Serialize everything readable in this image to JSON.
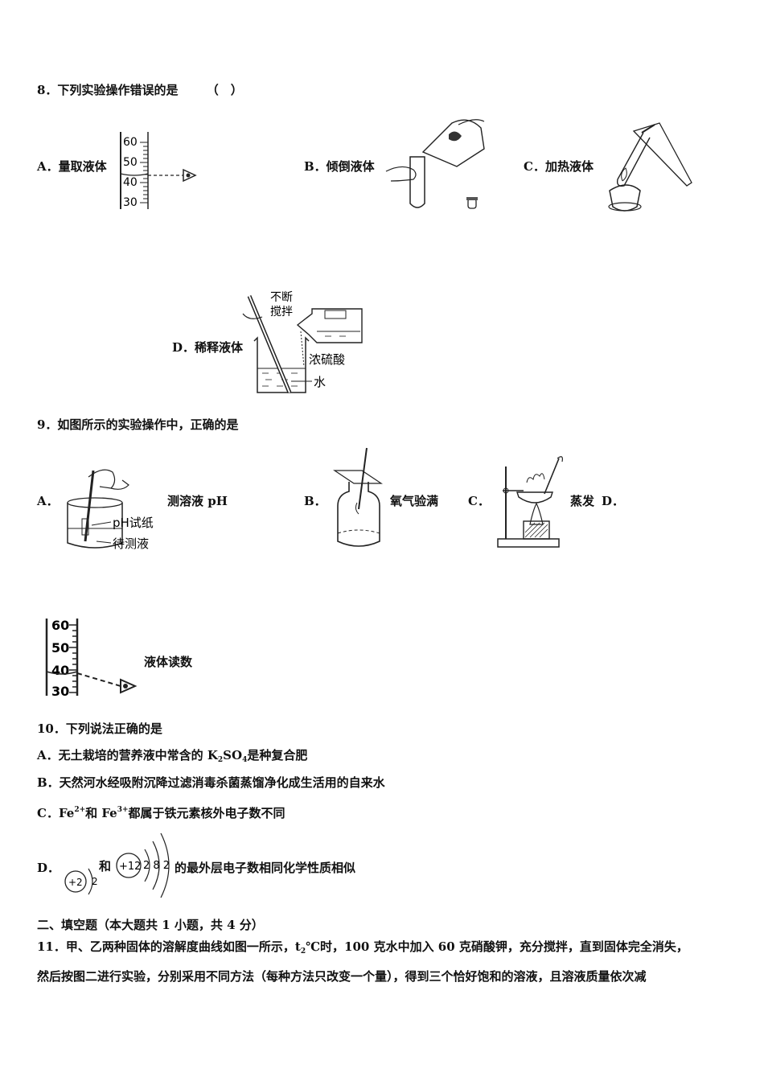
{
  "q8": {
    "stem": "8．下列实验操作错误的是",
    "paren": "（　）",
    "a_label": "A．量取液体",
    "b_label": "B．倾倒液体",
    "c_label": "C．加热液体",
    "d_label": "D．稀释液体",
    "cyl_ticks": [
      "60",
      "50",
      "40",
      "30"
    ],
    "d_stir_label1": "不断",
    "d_stir_label2": "搅拌",
    "d_acid_label": "浓硫酸",
    "d_water_label": "水"
  },
  "q9": {
    "stem": "9．如图所示的实验操作中，正确的是",
    "a_mark": "A．",
    "a_label": "测溶液 pH",
    "a_paper_label": "pH试纸",
    "a_solution_label": "待测液",
    "b_mark": "B．",
    "b_label": "氧气验满",
    "c_mark": "C．",
    "c_label": "蒸发",
    "d_mark": "D．",
    "d_label": "液体读数",
    "d_ticks": [
      "60",
      "50",
      "40",
      "30"
    ]
  },
  "q10": {
    "stem": "10．下列说法正确的是",
    "a_pre": "A．无土栽培的营养液中常含的 K",
    "a_sub1": "2",
    "a_mid": "SO",
    "a_sub2": "4",
    "a_post": "是种复合肥",
    "b": "B．天然河水经吸附沉降过滤消毒杀菌蒸馏净化成生活用的自来水",
    "c_pre": "C．Fe",
    "c_sup1": "2+",
    "c_mid": "和 Fe",
    "c_sup2": "3+",
    "c_post": "都属于铁元素核外电子数不同",
    "d_mark": "D．",
    "d_and": "和",
    "d_post": "的最外层电子数相同化学性质相似",
    "atom1_nucleus": "+2",
    "atom1_shell": "2",
    "atom2_nucleus": "+12",
    "atom2_shells": "2 8 2"
  },
  "section2": {
    "title": "二、填空题（本大题共 1 小题，共 4 分）"
  },
  "q11": {
    "line1_pre": "11．甲、乙两种固体的溶解度曲线如图一所示，t",
    "line1_sub": "2",
    "line1_post": "℃时，100 克水中加入 60 克硝酸钾，充分搅拌，直到固体完全消失，",
    "line2": "然后按图二进行实验，分别采用不同方法（每种方法只改变一个量），得到三个恰好饱和的溶液，且溶液质量依次减"
  }
}
